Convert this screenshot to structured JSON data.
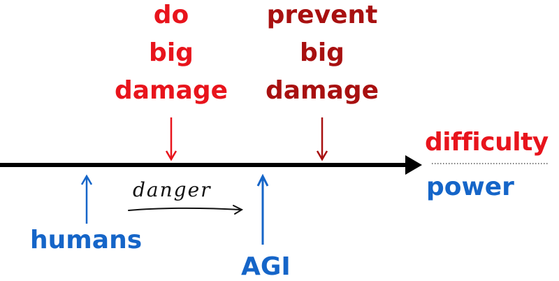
{
  "colors": {
    "axis": "#000000",
    "red": "#e8141c",
    "darkred": "#a81010",
    "blue": "#1565c8",
    "dotted": "#555555"
  },
  "labels": {
    "do_big_damage": [
      "do",
      "big",
      "damage"
    ],
    "prevent_big_damage": [
      "prevent",
      "big",
      "damage"
    ],
    "difficulty": "difficulty",
    "power": "power",
    "humans": "humans",
    "agi": "AGI",
    "danger": "danger"
  }
}
